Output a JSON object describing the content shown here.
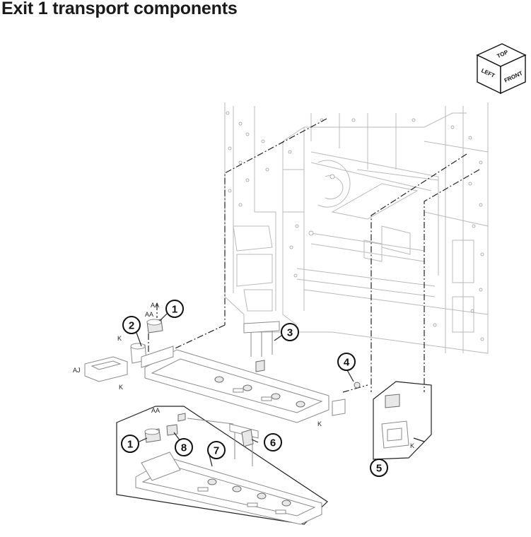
{
  "title": "Exit 1 transport components",
  "orientation_cube": {
    "top": "TOP",
    "left": "LEFT",
    "front": "FRONT"
  },
  "callouts": [
    "1",
    "2",
    "3",
    "4",
    "5",
    "6",
    "7",
    "8",
    "1"
  ],
  "connector_labels": {
    "aa1": "AA",
    "aa2": "AA",
    "aa3": "AA",
    "k1": "K",
    "k2": "K",
    "k3": "K",
    "k4": "K",
    "aj": "AJ"
  }
}
